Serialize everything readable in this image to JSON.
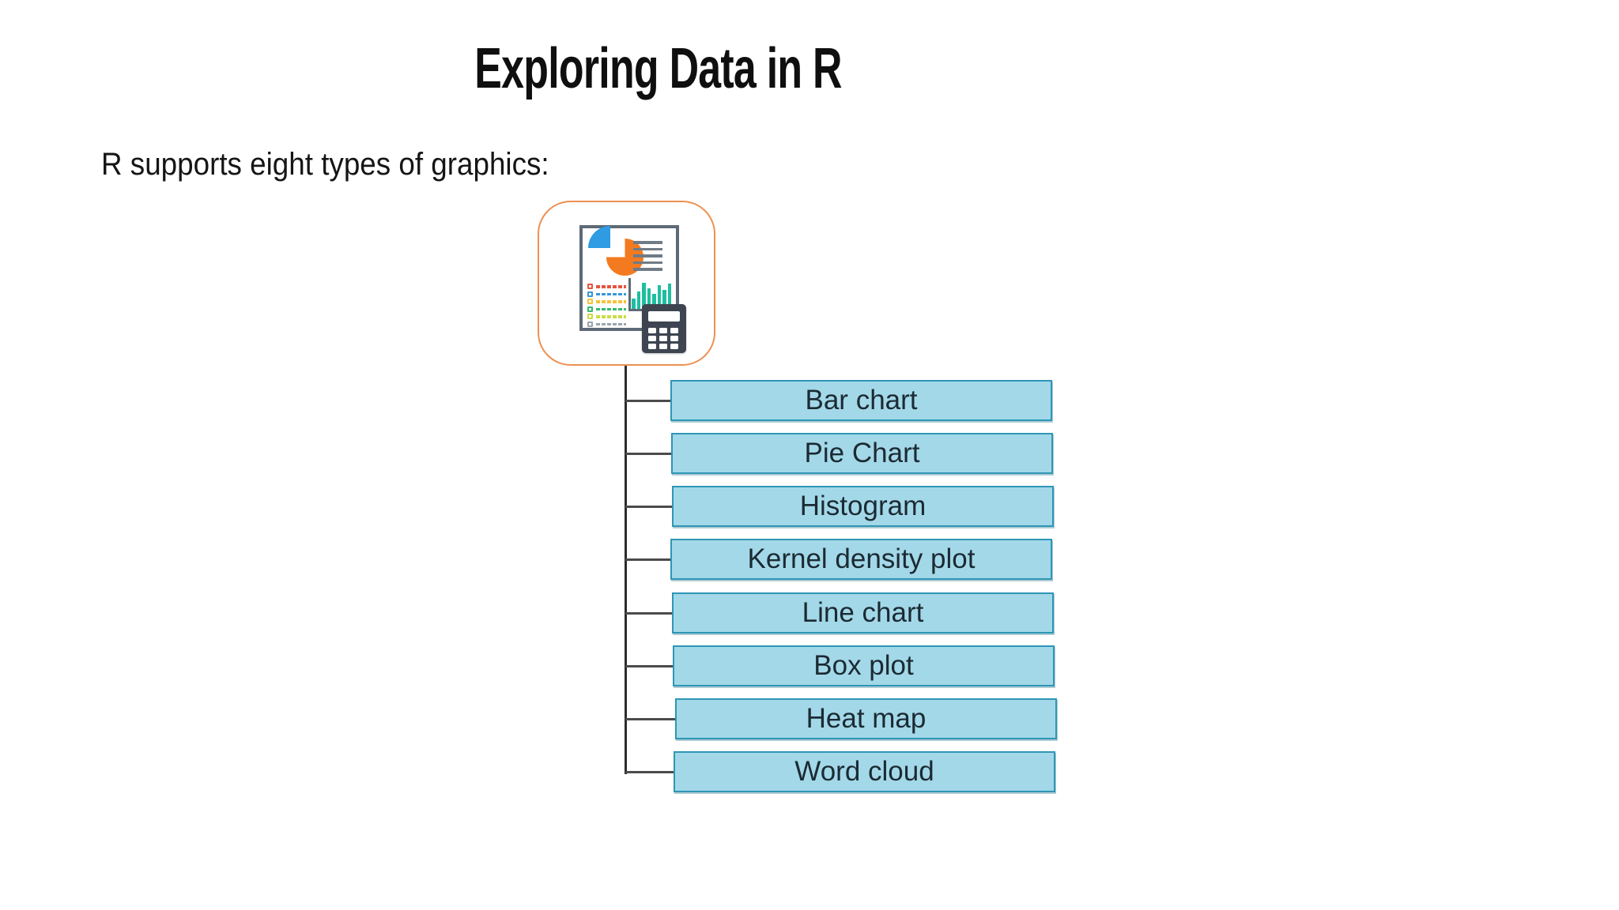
{
  "page": {
    "title": "Exploring Data in R",
    "subtitle": "R supports eight types of graphics:"
  },
  "diagram": {
    "root_icon": {
      "name": "report-with-charts-and-calculator-icon",
      "border_color": "#ee9051",
      "pie_main_color": "#f47a1f",
      "pie_wedge_color": "#2e9be2",
      "text_line_color": "#6f7b86",
      "text_line_count": 5,
      "checklist_colors": [
        "#e8543f",
        "#3598db",
        "#f5c33b",
        "#35b96b",
        "#cade45",
        "#9aa5ad"
      ],
      "bar_color": "#1dbfa0",
      "bar_heights": [
        13,
        22,
        33,
        26,
        19,
        30,
        24,
        32
      ],
      "calculator_color": "#3e4551",
      "calculator_button_count": 9
    },
    "box_fill": "#a3d8e8",
    "box_border": "#2e96b5",
    "connector_color": "#4b4b4b",
    "items": [
      {
        "label": "Bar chart"
      },
      {
        "label": "Pie Chart"
      },
      {
        "label": "Histogram"
      },
      {
        "label": "Kernel density plot"
      },
      {
        "label": "Line chart"
      },
      {
        "label": "Box plot"
      },
      {
        "label": "Heat map"
      },
      {
        "label": "Word cloud"
      }
    ]
  }
}
